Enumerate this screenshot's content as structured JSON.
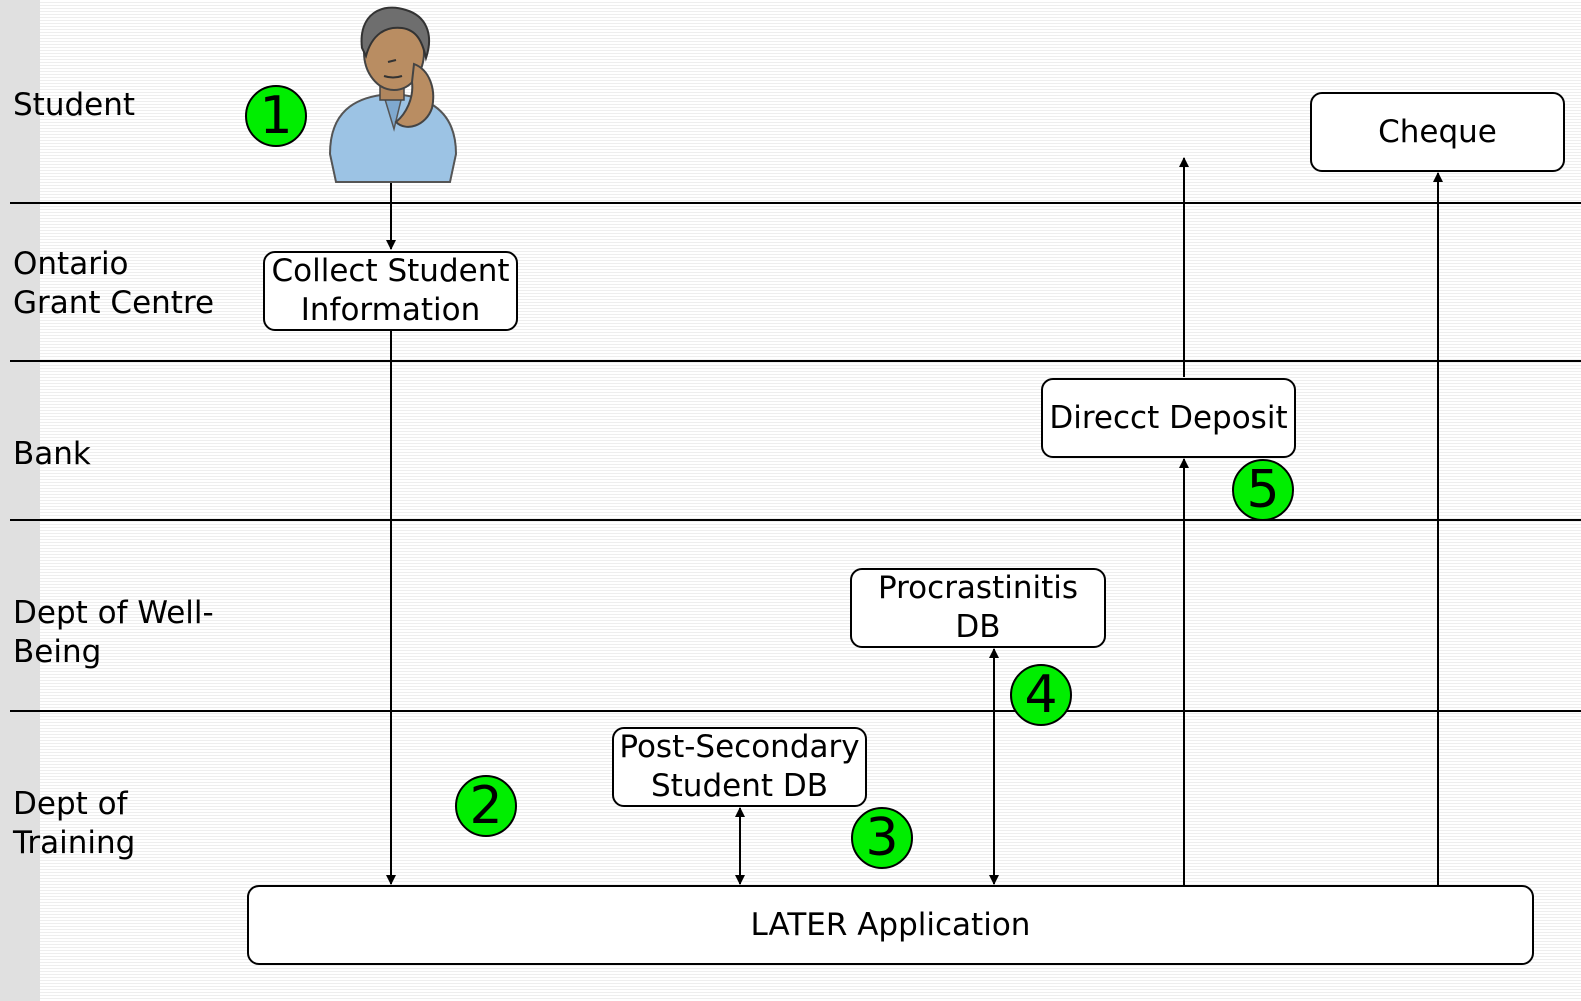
{
  "lanes": [
    {
      "label": "Student"
    },
    {
      "label": "Ontario\nGrant Centre"
    },
    {
      "label": "Bank"
    },
    {
      "label": "Dept of Well-\nBeing"
    },
    {
      "label": "Dept of\nTraining"
    }
  ],
  "nodes": {
    "collect": "Collect Student\nInformation",
    "cheque": "Cheque",
    "deposit": "Direcct Deposit",
    "procrast": "Procrastinitis\nDB",
    "postsec": "Post-Secondary\nStudent DB",
    "later": "LATER Application"
  },
  "steps": [
    "1",
    "2",
    "3",
    "4",
    "5"
  ],
  "colors": {
    "badge": "#00ee00",
    "line": "#000000"
  },
  "icons": {
    "student": "thinking-person-icon"
  }
}
